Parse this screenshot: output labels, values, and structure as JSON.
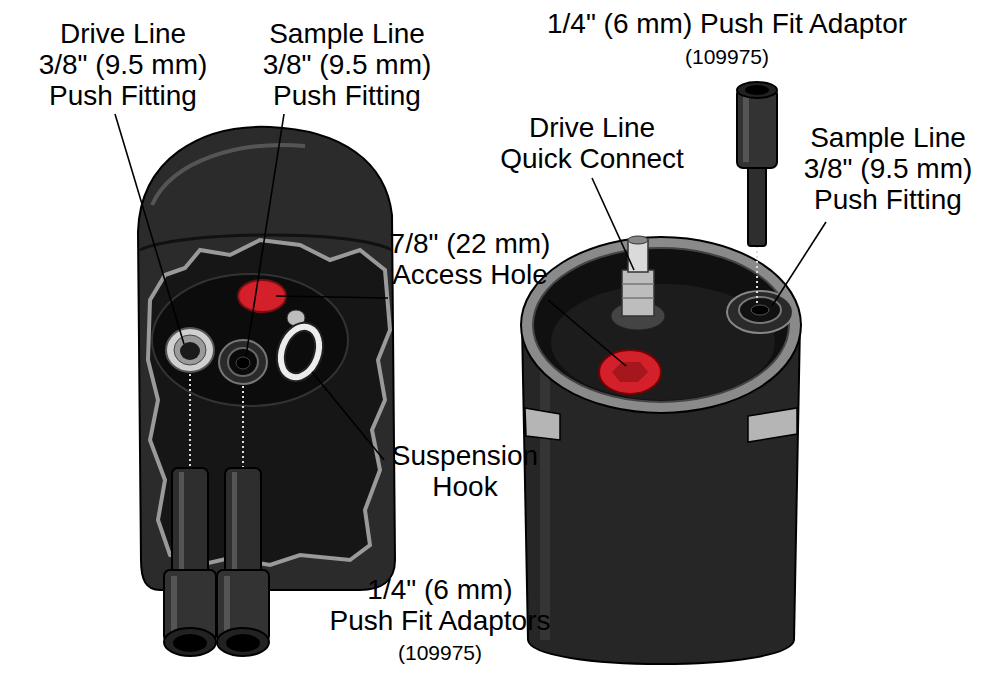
{
  "diagram": {
    "labels": [
      "Drive Line 3/8\" (9.5 mm) Push Fitting",
      "Sample Line 3/8\" (9.5 mm) Push Fitting",
      "1/4\" (6 mm) Push Fit Adaptor",
      "(109975)",
      "Drive Line Quick Connect",
      "Sample Line 3/8\" (9.5 mm) Push Fitting",
      "7/8\" (22 mm) Access Hole",
      "Suspension Hook",
      "1/4\" (6 mm) Push Fit Adaptors",
      "(109975)"
    ]
  }
}
